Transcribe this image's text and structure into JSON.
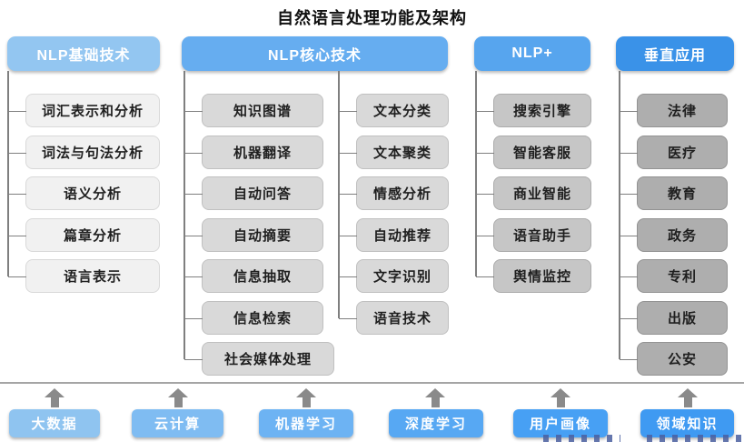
{
  "title": "自然语言处理功能及架构",
  "columns": [
    {
      "header": "NLP基础技术",
      "items": [
        "词汇表示和分析",
        "词法与句法分析",
        "语义分析",
        "篇章分析",
        "语言表示"
      ]
    },
    {
      "header": "NLP核心技术",
      "left": [
        "知识图谱",
        "机器翻译",
        "自动问答",
        "自动摘要",
        "信息抽取",
        "信息检索",
        "社会媒体处理"
      ],
      "right": [
        "文本分类",
        "文本聚类",
        "情感分析",
        "自动推荐",
        "文字识别",
        "语音技术"
      ]
    },
    {
      "header": "NLP+",
      "items": [
        "搜索引擎",
        "智能客服",
        "商业智能",
        "语音助手",
        "舆情监控"
      ]
    },
    {
      "header": "垂直应用",
      "items": [
        "法律",
        "医疗",
        "教育",
        "政务",
        "专利",
        "出版",
        "公安"
      ]
    }
  ],
  "foundation": {
    "items": [
      "大数据",
      "云计算",
      "机器学习",
      "深度学习",
      "用户画像",
      "领域知识"
    ]
  },
  "colors": {
    "header_blues": [
      "#93c6f1",
      "#66adf0",
      "#57a5ee",
      "#3a92e8"
    ],
    "item_grays": [
      "#f1f1f1",
      "#d9d9d9",
      "#c6c6c6",
      "#aeaeae"
    ],
    "foundation_blues": [
      "#8fc4f0",
      "#7fbcf2",
      "#6db3f3",
      "#57a8f3",
      "#47a0f4",
      "#3f9af2"
    ],
    "connector_line": "#7f7f7f",
    "separator_line": "#a5a5a5",
    "arrow": "#8a8a8a"
  }
}
